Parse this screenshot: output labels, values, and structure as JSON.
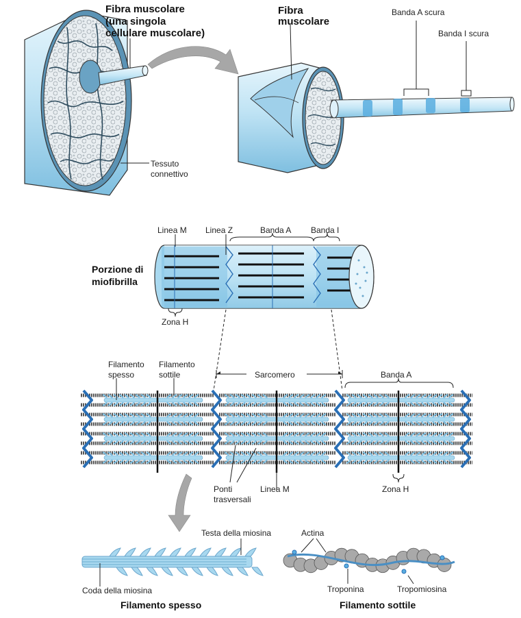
{
  "labels": {
    "fiber_title": "Fibra muscolare",
    "fiber_sub1": "(una singola",
    "fiber_sub2": "cellulare muscolare)",
    "connective_1": "Tessuto",
    "connective_2": "connettivo",
    "fiber2_1": "Fibra",
    "fiber2_2": "muscolare",
    "dark_a_band": "Banda A scura",
    "dark_i_band": "Banda I scura",
    "m_line_top": "Linea M",
    "z_line": "Linea Z",
    "a_band_top": "Banda A",
    "i_band": "Banda I",
    "myofibril_1": "Porzione di",
    "myofibril_2": "miofibrilla",
    "h_zone_top": "Zona H",
    "thick_1": "Filamento",
    "thick_2": "spesso",
    "thin_1": "Filamento",
    "thin_2": "sottile",
    "sarcomere": "Sarcomero",
    "a_band_right": "Banda A",
    "cross_1": "Ponti",
    "cross_2": "trasversali",
    "m_line_bottom": "Linea M",
    "h_zone_bottom": "Zona H",
    "myosin_head": "Testa della miosina",
    "myosin_tail": "Coda della miosina",
    "thick_title": "Filamento spesso",
    "actin": "Actina",
    "troponin": "Troponina",
    "tropomyosin": "Tropomiosina",
    "thin_title": "Filamento sottile"
  },
  "colors": {
    "tissue": "#bfe3f4",
    "tissue_dark": "#8cc6e3",
    "band_dark": "#5aaee0",
    "z_blue": "#2a6fb5",
    "actin_gray": "#9a9a9a",
    "myosin_blue": "#a8d8ef"
  }
}
